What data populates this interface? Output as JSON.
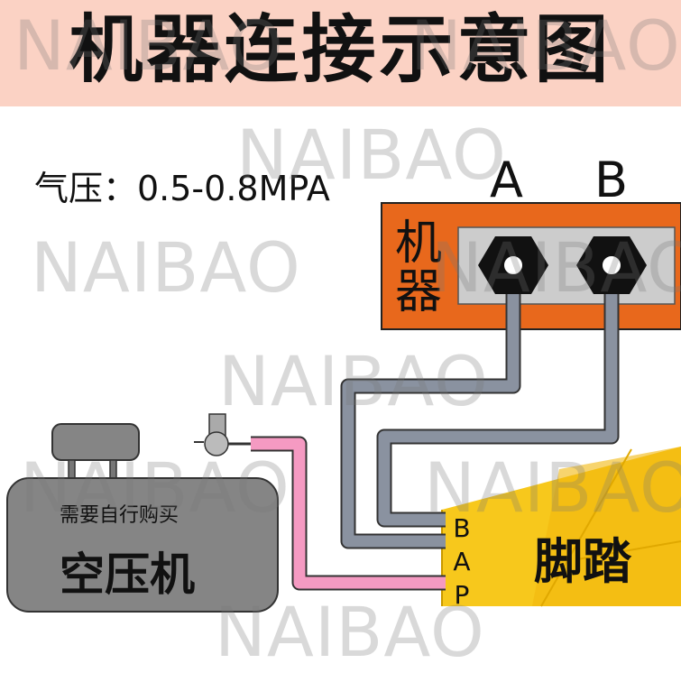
{
  "title": "机器连接示意图",
  "pressure_label": "气压：0.5-0.8MPA",
  "machine": {
    "label": "机器",
    "port_a": "A",
    "port_b": "B"
  },
  "pedal": {
    "label": "脚踏",
    "port_b": "B",
    "port_a": "A",
    "port_p": "P"
  },
  "compressor": {
    "note": "需要自行购买",
    "label": "空压机"
  },
  "watermark": "NAIBAO",
  "colors": {
    "header_bg": "#fbd2c4",
    "machine_body": "#e8681c",
    "machine_panel": "#cccccc",
    "fitting": "#111111",
    "air_hose": "#8a92a0",
    "supply_hose": "#f59ac2",
    "pedal": "#f7c81c",
    "compressor": "#858585"
  },
  "icons": [
    "hex-fitting-icon",
    "compressor-icon",
    "regulator-icon"
  ]
}
